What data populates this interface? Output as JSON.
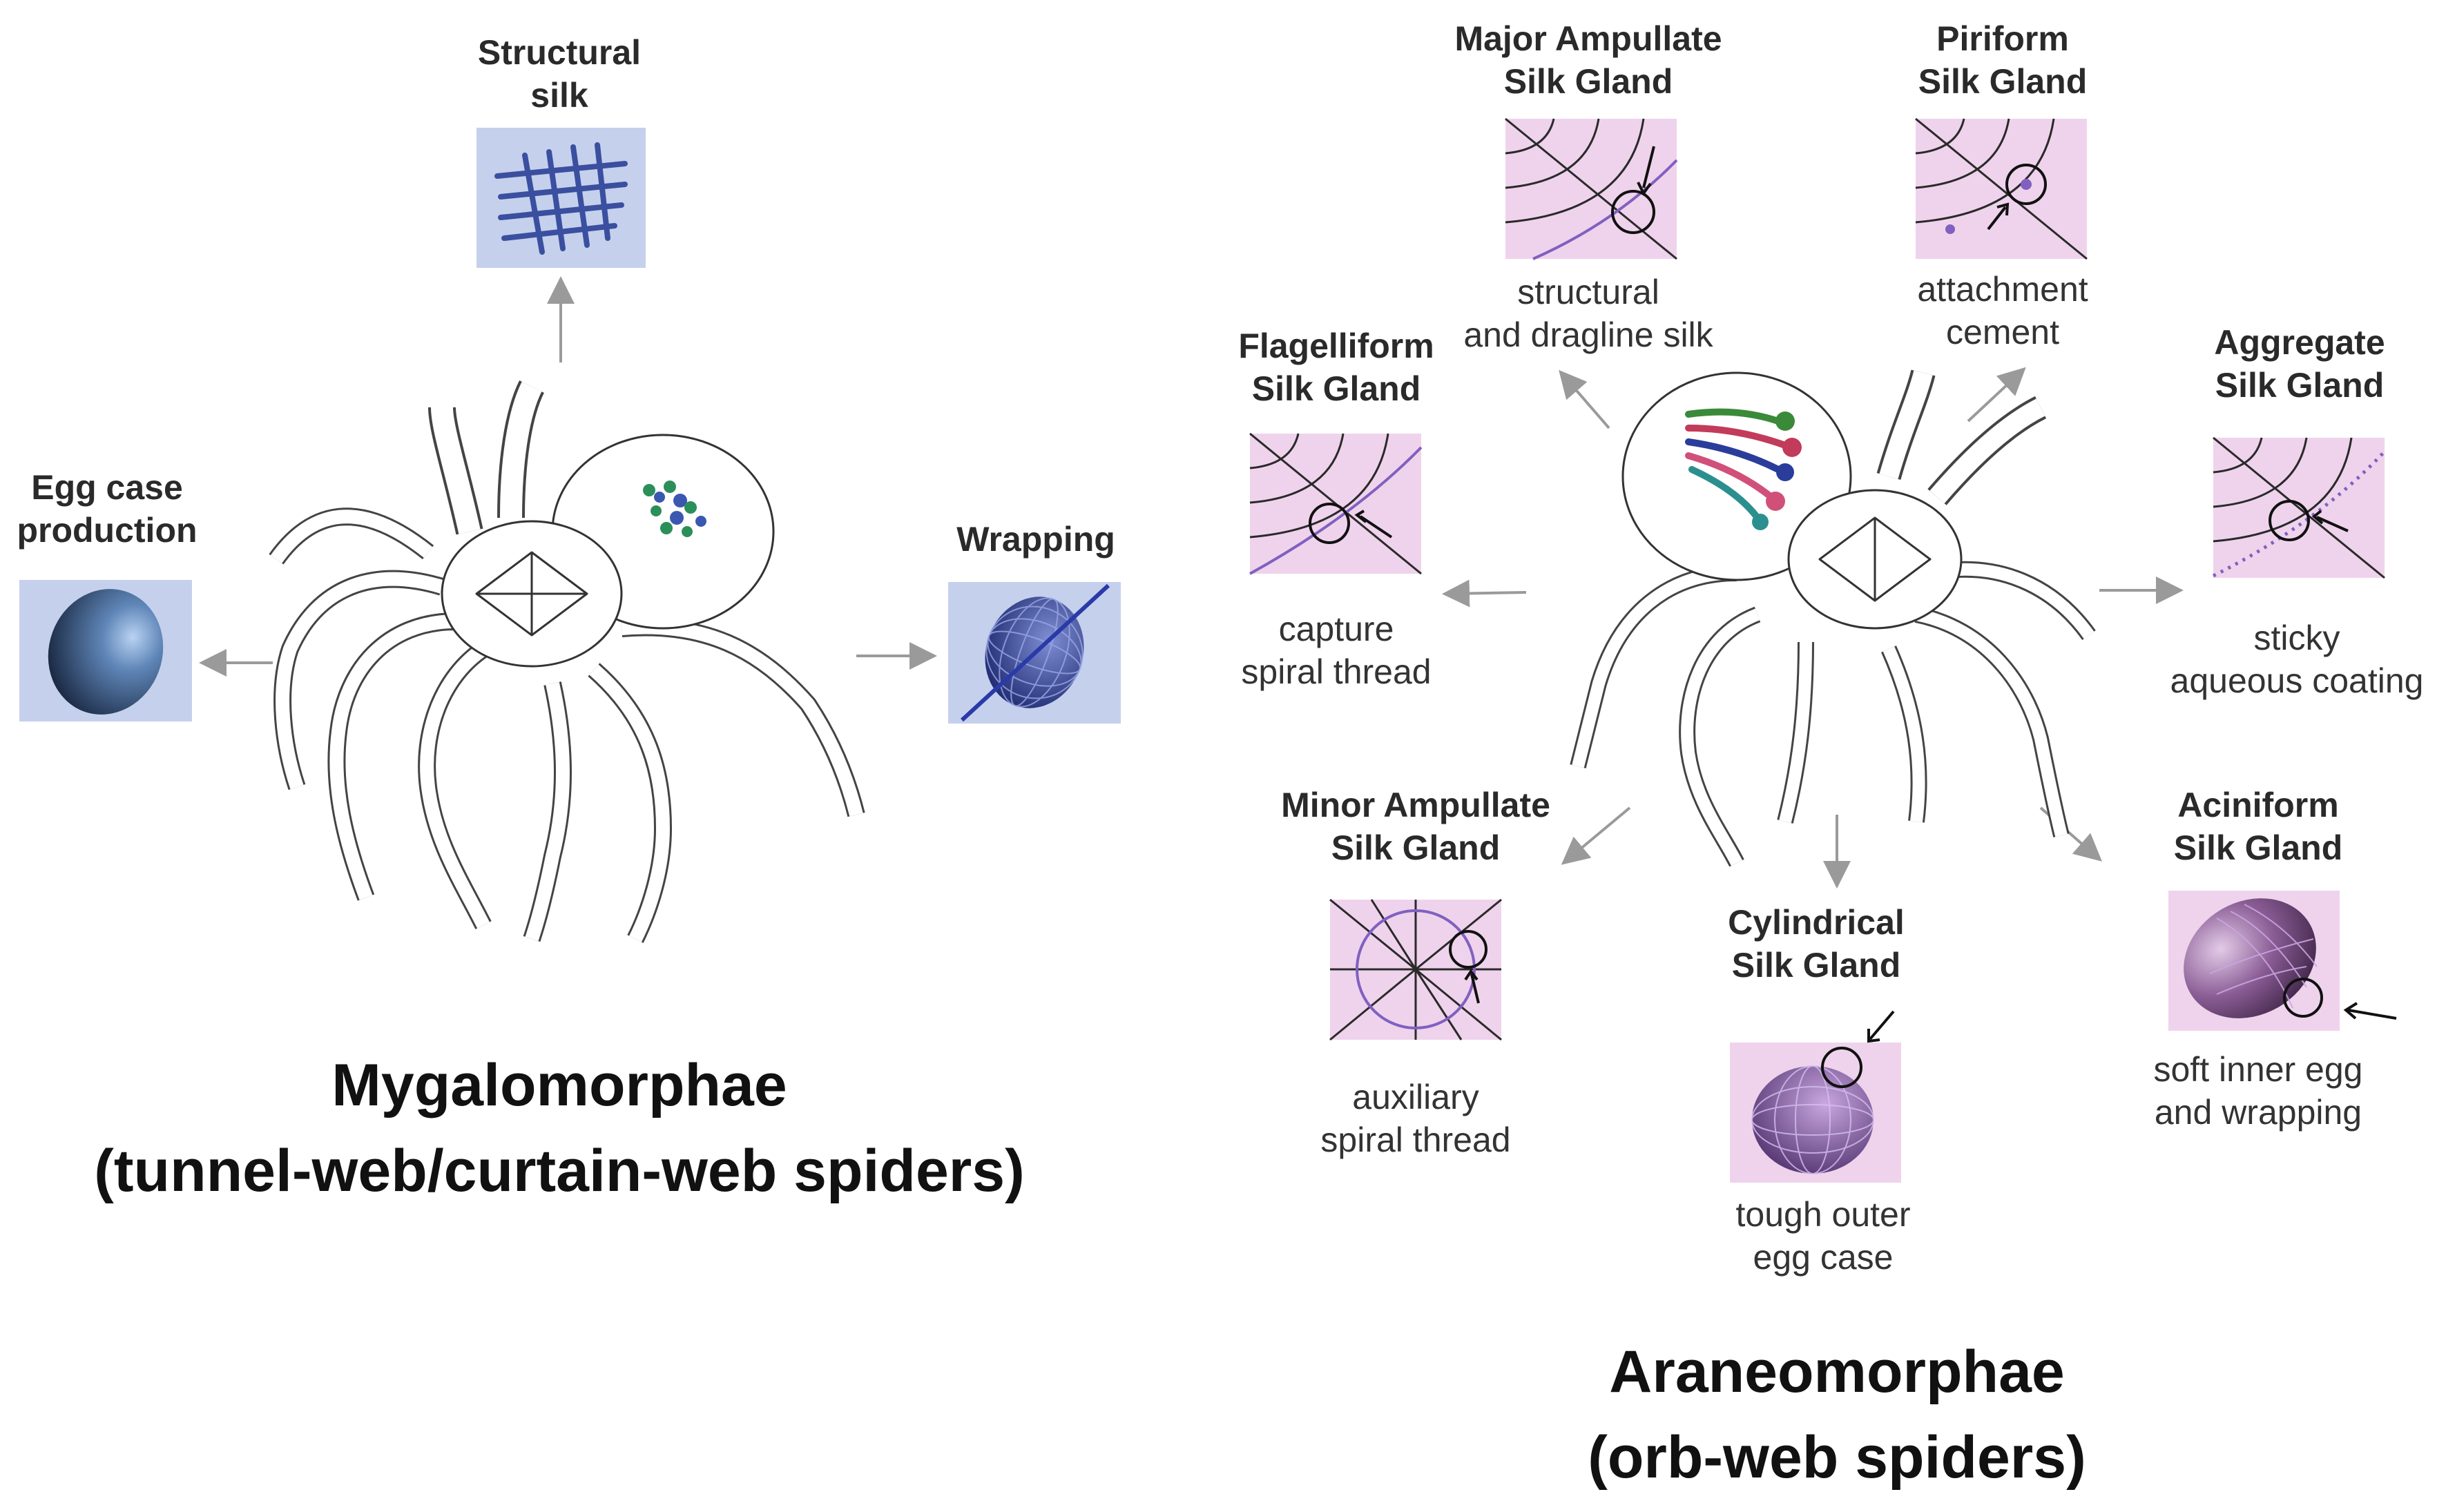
{
  "mygalomorphae": {
    "title": "Mygalomorphae\n(tunnel-web/curtain-web spiders)",
    "outputs": {
      "structural": {
        "label": "Structural\nsilk",
        "icon": "grid-mesh-icon",
        "color": "#3b4fa0"
      },
      "egg_case": {
        "label": "Egg case\nproduction",
        "icon": "egg-sphere-icon",
        "color": "#2e4a78"
      },
      "wrapping": {
        "label": "Wrapping",
        "icon": "wrapped-sphere-icon",
        "color": "#2d3a8c"
      }
    },
    "panel_bg": "#c5d0ec"
  },
  "araneomorphae": {
    "title": "Araneomorphae\n(orb-web spiders)",
    "panel_bg": "#efd3ec",
    "glands": {
      "major_ampullate": {
        "name": "Major Ampullate\nSilk Gland",
        "function": "structural\nand dragline silk"
      },
      "piriform": {
        "name": "Piriform\nSilk Gland",
        "function": "attachment\ncement"
      },
      "flagelliform": {
        "name": "Flagelliform\nSilk Gland",
        "function": "capture\nspiral thread"
      },
      "aggregate": {
        "name": "Aggregate\nSilk Gland",
        "function": "sticky\naqueous coating"
      },
      "minor_ampullate": {
        "name": "Minor Ampullate\nSilk Gland",
        "function": "auxiliary\nspiral thread"
      },
      "cylindrical": {
        "name": "Cylindrical\nSilk Gland",
        "function": "tough outer\negg case"
      },
      "aciniform": {
        "name": "Aciniform\nSilk Gland",
        "function": "soft inner egg\nand wrapping"
      }
    },
    "gland_colors": [
      "#3a8a3a",
      "#c23b5a",
      "#2a3d9a",
      "#d1507a",
      "#2c8f8f"
    ]
  }
}
